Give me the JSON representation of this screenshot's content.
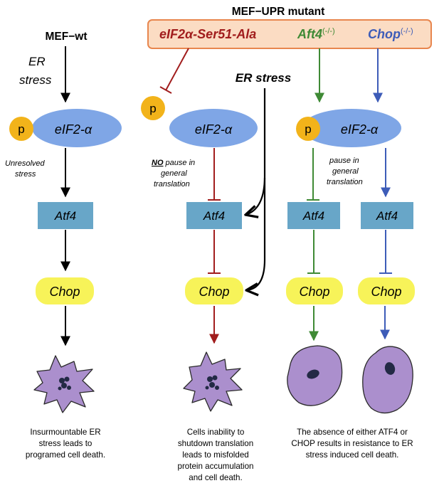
{
  "colors": {
    "black": "#000000",
    "red": "#a11d1d",
    "green": "#3f8a35",
    "blue": "#3d5cb8",
    "ellipse": "#7fa6e6",
    "phospho": "#f2b31a",
    "box": "#68a6c8",
    "chop": "#f7f359",
    "banner": "#fbdcc3",
    "banner_border": "#e8864e",
    "cell": "#ab8fcd",
    "nucleus": "#232a45"
  },
  "left": {
    "title": "MEF−wt",
    "stress_line1": "ER",
    "stress_line2": "stress",
    "phospho": "p",
    "eif": "eIF2-α",
    "note_line1": "Unresolved",
    "note_line2": "stress",
    "atf4": "Atf4",
    "chop": "Chop",
    "caption_lines": [
      "Insurmountable ER",
      "stress leads to",
      "programed cell death."
    ]
  },
  "mutant": {
    "title": "MEF−UPR mutant",
    "banner_eif": "eIF2α-Ser51-Ala",
    "banner_atf4": "Aft4",
    "banner_atf4_sup": "(-/-)",
    "banner_chop": "Chop",
    "banner_chop_sup": "(-/-)"
  },
  "middle": {
    "phospho": "p",
    "eif": "eIF2-α",
    "note_no": "NO",
    "note_rest1": " pause in",
    "note_line2": "general",
    "note_line3": "translation",
    "atf4": "Atf4",
    "chop": "Chop",
    "caption_lines": [
      "Cells inability to",
      "shutdown translation",
      "leads to misfolded",
      "protein accumulation",
      "and cell death."
    ]
  },
  "center": {
    "er_stress": "ER stress"
  },
  "right": {
    "phospho": "p",
    "eif": "eIF2-α",
    "note_line1": "pause in",
    "note_line2": "general",
    "note_line3": "translation",
    "atf4_a": "Atf4",
    "atf4_b": "Atf4",
    "chop_a": "Chop",
    "chop_b": "Chop",
    "caption_lines": [
      "The absence of either ATF4 or",
      "CHOP results in resistance to ER",
      "stress induced cell death."
    ]
  }
}
